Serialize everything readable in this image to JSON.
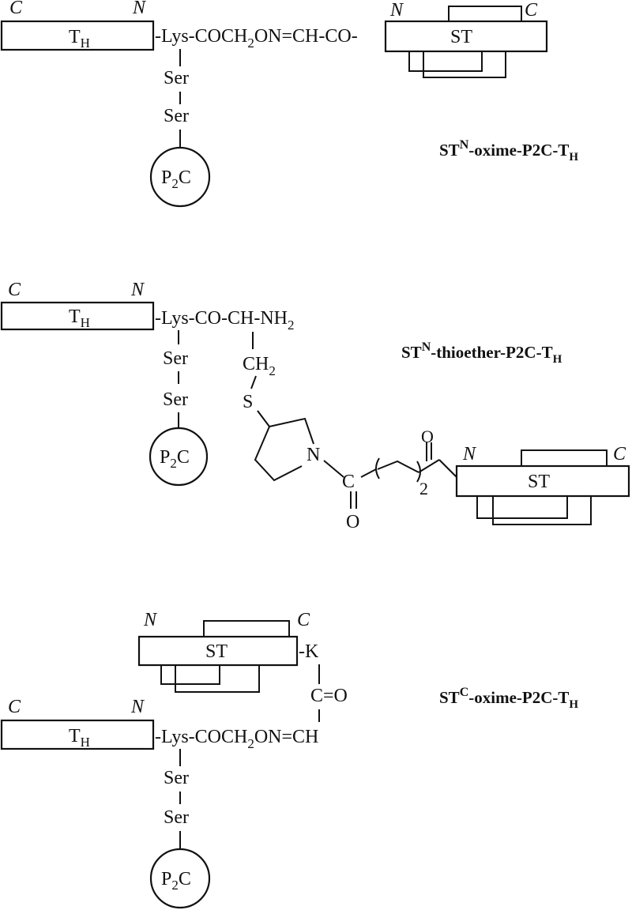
{
  "diagram": {
    "panels": [
      {
        "caption": {
          "main": "ST",
          "sup": "N",
          "mid": "-oxime-P2C-T",
          "sub": "H"
        },
        "th_box": {
          "label": "T",
          "sub": "H",
          "c_end": "C",
          "n_end": "N"
        },
        "linker": {
          "a": "-Lys-COCH",
          "sub": "2",
          "b": "ON=CH-CO-"
        },
        "st_box": {
          "label": "ST",
          "n_end": "N",
          "c_end": "C"
        },
        "ser1": "Ser",
        "ser2": "Ser",
        "p2c": {
          "a": "P",
          "sub": "2",
          "b": "C"
        }
      },
      {
        "caption": {
          "main": "ST",
          "sup": "N",
          "mid": "-thioether-P2C-T",
          "sub": "H"
        },
        "th_box": {
          "label": "T",
          "sub": "H",
          "c_end": "C",
          "n_end": "N"
        },
        "linker": {
          "a": "-Lys-CO-CH-NH",
          "sub": "2"
        },
        "ch2": {
          "a": "CH",
          "sub": "2"
        },
        "s": "S",
        "n_ring": "N",
        "c_atom": "C",
        "o_atom": "O",
        "o_atom2": "O",
        "two": "2",
        "st_box": {
          "label": "ST",
          "n_end": "N",
          "c_end": "C"
        },
        "ser1": "Ser",
        "ser2": "Ser",
        "p2c": {
          "a": "P",
          "sub": "2",
          "b": "C"
        }
      },
      {
        "caption": {
          "main": "ST",
          "sup": "C",
          "mid": "-oxime-P2C-T",
          "sub": "H"
        },
        "st_box": {
          "label": "ST",
          "n_end": "N",
          "c_end": "C"
        },
        "k": "-K",
        "c_o": "C=O",
        "th_box": {
          "label": "T",
          "sub": "H",
          "c_end": "C",
          "n_end": "N"
        },
        "linker": {
          "a": "-Lys-COCH",
          "sub": "2",
          "b": "ON=CH"
        },
        "ser1": "Ser",
        "ser2": "Ser",
        "p2c": {
          "a": "P",
          "sub": "2",
          "b": "C"
        }
      }
    ]
  }
}
